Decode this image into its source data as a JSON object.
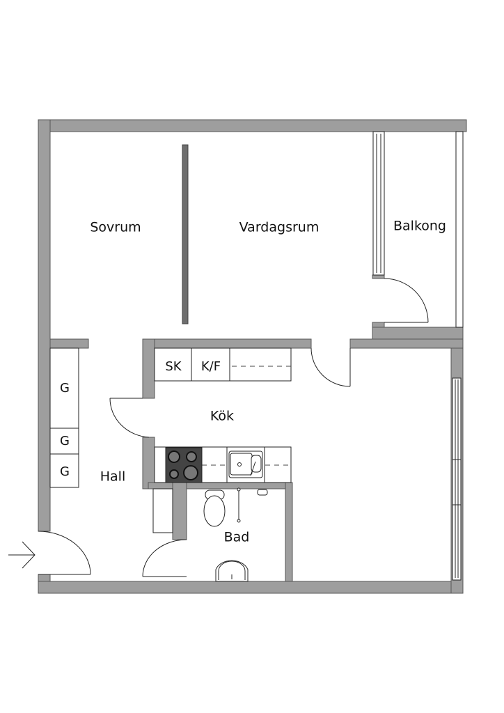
{
  "rooms": {
    "sovrum": "Sovrum",
    "vardagsrum": "Vardagsrum",
    "balkong": "Balkong",
    "kok": "Kök",
    "hall": "Hall",
    "bad": "Bad"
  },
  "fixtures": {
    "sk": "SK",
    "kf": "K/F",
    "wardrobes": [
      "G",
      "G",
      "G"
    ]
  },
  "colors": {
    "wall": "#9e9e9e",
    "stove": "#444444"
  }
}
